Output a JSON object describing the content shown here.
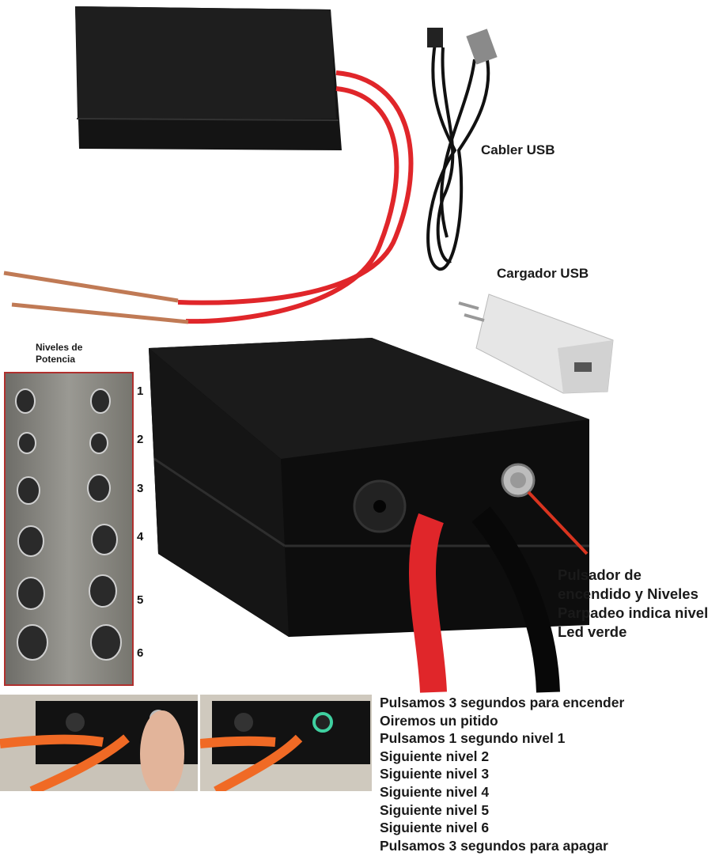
{
  "labels": {
    "usb_cable": "Cabler USB",
    "usb_charger": "Cargador USB",
    "power_levels_line1": "Niveles de",
    "power_levels_line2": "Potencia"
  },
  "levels": [
    "1",
    "2",
    "3",
    "4",
    "5",
    "6"
  ],
  "button_note": [
    "Pulsador de",
    "encendido y Niveles",
    "Parpadeo indica nivel",
    "Led verde"
  ],
  "instructions": [
    "Pulsamos 3 segundos para encender",
    "Oiremos un pitido",
    "Pulsamos 1 segundo nivel 1",
    "Siguiente nivel 2",
    "Siguiente nivel 3",
    "Siguiente nivel 4",
    "Siguiente nivel 5",
    "Siguiente nivel 6",
    "Pulsamos 3 segundos para apagar"
  ],
  "colors": {
    "cable_red": "#e0262a",
    "box": "#111111",
    "pointer": "#d8341f",
    "panel_border": "#b0302e",
    "led": "#3fd0a0"
  }
}
